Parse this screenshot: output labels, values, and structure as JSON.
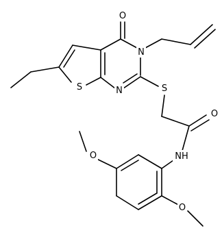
{
  "atoms": {
    "o_carbonyl_top": "O",
    "n_ring": "N",
    "s_thiophene": "S",
    "n_ring_lower": "N",
    "s_thioether": "S",
    "o_amide": "O",
    "nh_amide": "NH",
    "o_methoxy_upper": "O",
    "o_methoxy_lower": "O"
  }
}
